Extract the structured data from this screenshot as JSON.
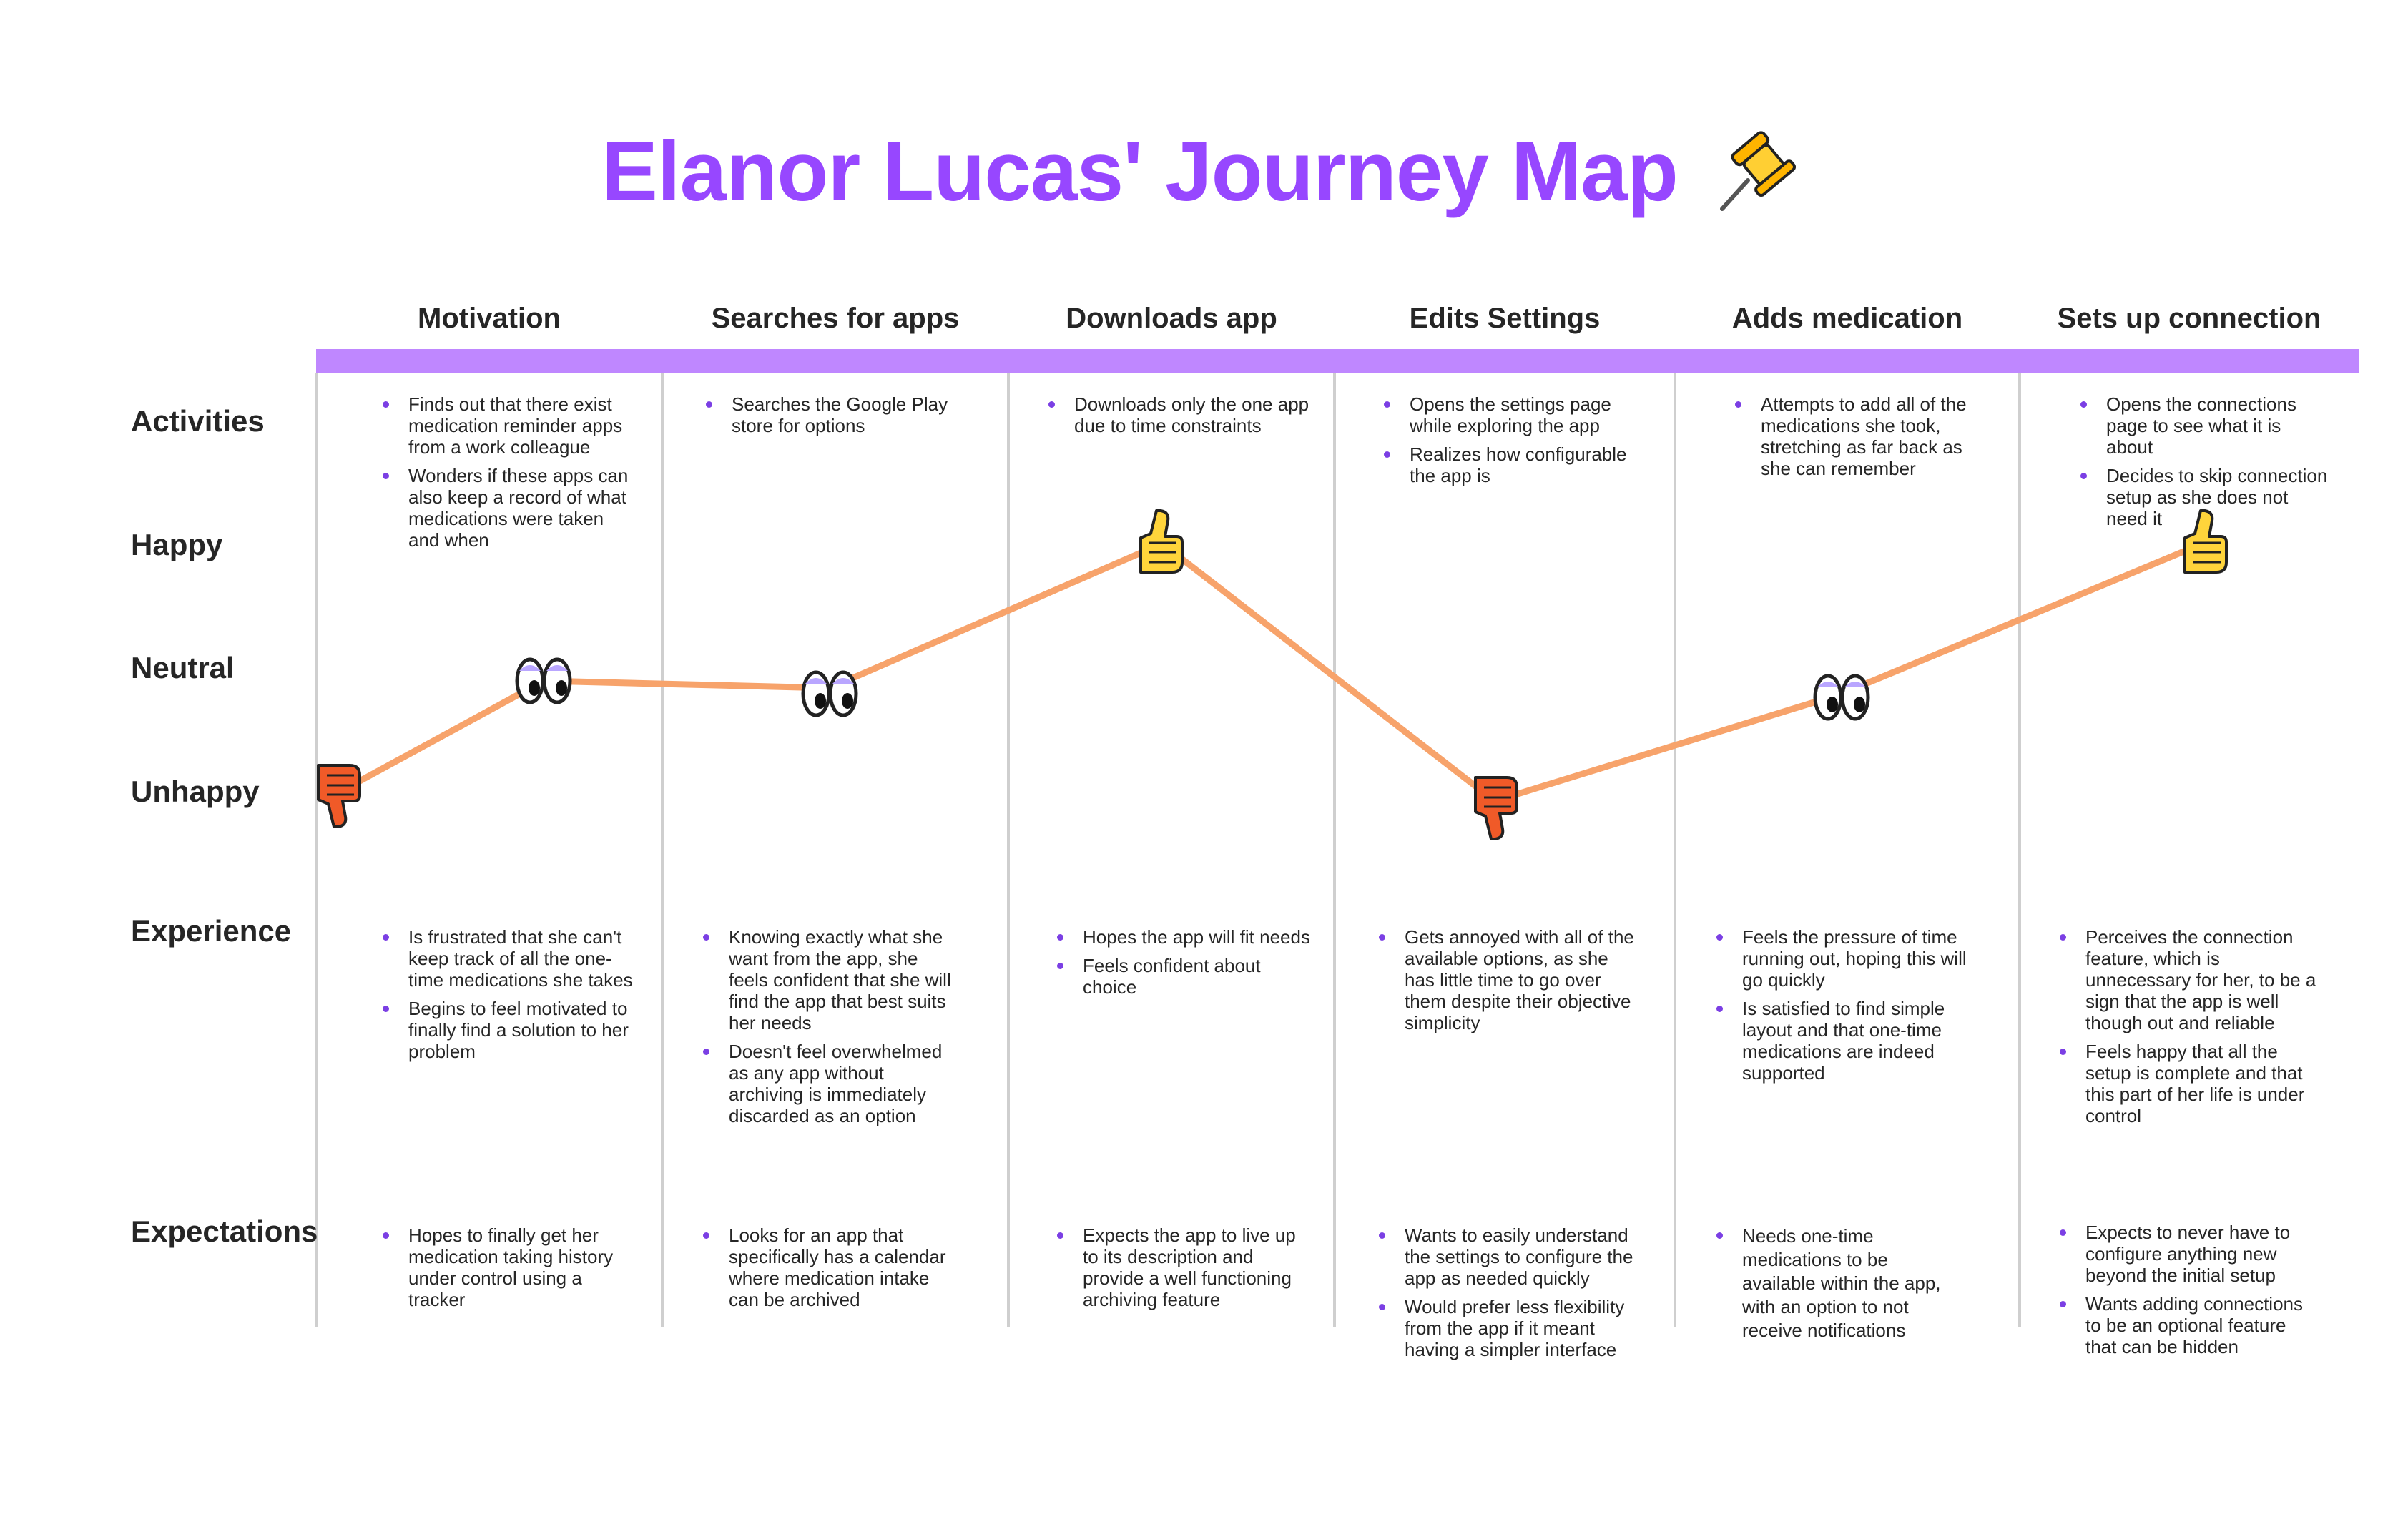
{
  "title": "Elanor Lucas' Journey Map",
  "colors": {
    "title": "#9747ff",
    "header_bar": "#bf87ff",
    "line": "#f7a36b",
    "bullet": "#7b3fe4",
    "thumb_down": "#f05a28",
    "thumb_up": "#ffd43b"
  },
  "stages": [
    {
      "name": "Motivation"
    },
    {
      "name": "Searches for apps"
    },
    {
      "name": "Downloads app"
    },
    {
      "name": "Edits Settings"
    },
    {
      "name": "Adds medication"
    },
    {
      "name": "Sets up connection"
    }
  ],
  "row_labels": {
    "activities": "Activities",
    "happy": "Happy",
    "neutral": "Neutral",
    "unhappy": "Unhappy",
    "experience": "Experience",
    "expectations": "Expectations"
  },
  "activities": [
    [
      "Finds out that there exist medication reminder apps from a work colleague",
      "Wonders if these apps can also keep a record of what medications were taken and when"
    ],
    [
      "Searches the Google Play store for options"
    ],
    [
      "Downloads only the one app due to time constraints"
    ],
    [
      "Opens the settings page while exploring the app",
      "Realizes how configurable the app is"
    ],
    [
      "Attempts to add all of the medications she took, stretching as far back as she can remember"
    ],
    [
      "Opens the connections page to see what it is about",
      "Decides to skip connection setup as she does not need it"
    ]
  ],
  "experience": [
    [
      "Is frustrated that she can't keep track of all the one-time medications she takes",
      "Begins to feel motivated to finally find a solution to her problem"
    ],
    [
      "Knowing exactly what she want from the app, she feels confident that she will find the app that best suits her needs",
      "Doesn't feel overwhelmed as any app without archiving is immediately discarded as an option"
    ],
    [
      "Hopes the app will fit needs",
      "Feels confident about choice"
    ],
    [
      "Gets annoyed with all of the available options, as she has little time to go over them despite their objective simplicity"
    ],
    [
      "Feels the pressure of time running out, hoping this will go quickly",
      "Is satisfied to find simple layout and that one-time medications are indeed supported"
    ],
    [
      "Perceives the connection feature, which is unnecessary for her, to be a sign that the app is well though out and reliable",
      "Feels happy that all the setup is complete and that this part of her life is under control"
    ]
  ],
  "expectations": [
    [
      "Hopes to finally get her medication taking history under control using a tracker"
    ],
    [
      "Looks for an app that specifically has a calendar where medication intake can be archived"
    ],
    [
      "Expects the app to live up to its description and provide a well functioning archiving feature"
    ],
    [
      "Wants to easily understand the settings to configure the app as needed quickly",
      "Would prefer less flexibility from the app if it meant having a simpler interface"
    ],
    [
      "Needs one-time medications to be available within the app, with an option to not receive notifications"
    ],
    [
      "Expects to never have to configure anything new beyond the initial setup",
      "Wants adding connections to be an optional feature that can be hidden"
    ]
  ],
  "emotion_points": [
    {
      "mood": "unhappy",
      "icon": "thumbs-down-icon"
    },
    {
      "mood": "neutral",
      "icon": "eyes-icon"
    },
    {
      "mood": "neutral",
      "icon": "eyes-icon"
    },
    {
      "mood": "happy",
      "icon": "thumbs-up-icon"
    },
    {
      "mood": "unhappy",
      "icon": "thumbs-down-icon"
    },
    {
      "mood": "neutral",
      "icon": "eyes-icon"
    },
    {
      "mood": "happy",
      "icon": "thumbs-up-icon"
    }
  ]
}
